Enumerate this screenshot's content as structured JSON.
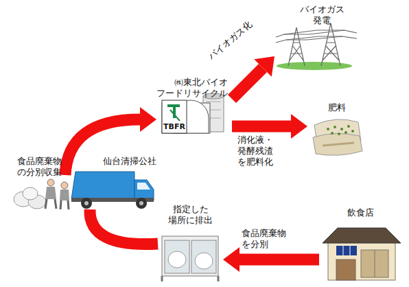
{
  "diagram": {
    "nodes": [
      {
        "text": [
          "食品廃棄物 の分別収集"
        ]
      },
      {
        "text": [
          "仙台清掃公社"
        ]
      },
      {
        "text": [
          "㈱東北バイオ フードリサイクル",
          "TBFR"
        ]
      },
      {
        "text": [
          "バイオガス 発電"
        ]
      },
      {
        "text": [
          "肥料"
        ]
      },
      {
        "text": [
          "飲食店"
        ]
      },
      {
        "text": [
          "指定した 場所に排出"
        ]
      }
    ],
    "edges": [
      {
        "from": 1,
        "to": 2,
        "arrow": "to"
      },
      {
        "from": 2,
        "to": 3,
        "label": "バイオガス化",
        "arrow": "to"
      },
      {
        "from": 2,
        "to": 4,
        "label": "消化液・ 発酵残渣 を肥料化",
        "arrow": "to"
      },
      {
        "from": 5,
        "to": 6,
        "label": "食品廃棄物 を分別",
        "arrow": "to"
      },
      {
        "from": 6,
        "to": 1,
        "arrow": "none"
      }
    ]
  }
}
